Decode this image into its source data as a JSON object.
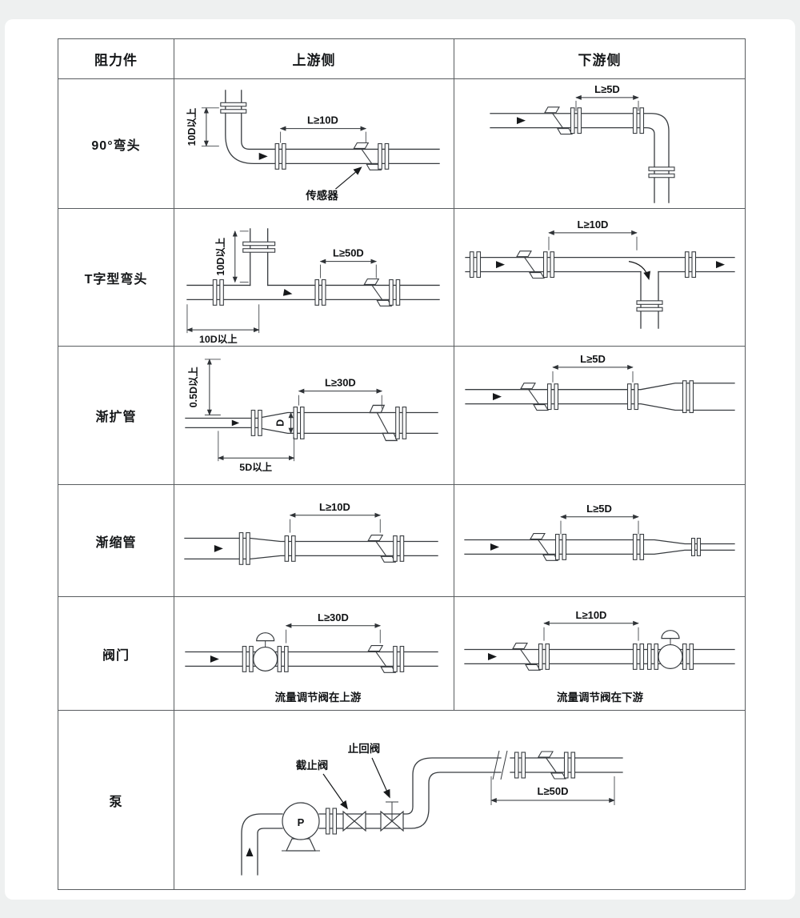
{
  "header": {
    "col1": "阻力件",
    "col2": "上游侧",
    "col3": "下游侧"
  },
  "rows": {
    "elbow90": {
      "label": "90°弯头",
      "up_dim": "L≥10D",
      "up_vdim": "10D以上",
      "sensor_label": "传感器",
      "down_dim": "L≥5D"
    },
    "tee": {
      "label": "T字型弯头",
      "up_dim": "L≥50D",
      "up_vdim": "10D以上",
      "up_hdim": "10D以上",
      "down_dim": "L≥10D"
    },
    "expander": {
      "label": "渐扩管",
      "up_dim": "L≥30D",
      "up_vdim": "0.5D以上",
      "up_diameter": "D",
      "up_hdim": "5D以上",
      "down_dim": "L≥5D"
    },
    "reducer": {
      "label": "渐缩管",
      "up_dim": "L≥10D",
      "down_dim": "L≥5D"
    },
    "valve": {
      "label": "阀门",
      "up_dim": "L≥30D",
      "up_caption": "流量调节阀在上游",
      "down_dim": "L≥10D",
      "down_caption": "流量调节阀在下游"
    },
    "pump": {
      "label": "泵",
      "stop_valve_label": "截止阀",
      "check_valve_label": "止回阀",
      "pump_letter": "P",
      "down_dim": "L≥50D"
    }
  }
}
